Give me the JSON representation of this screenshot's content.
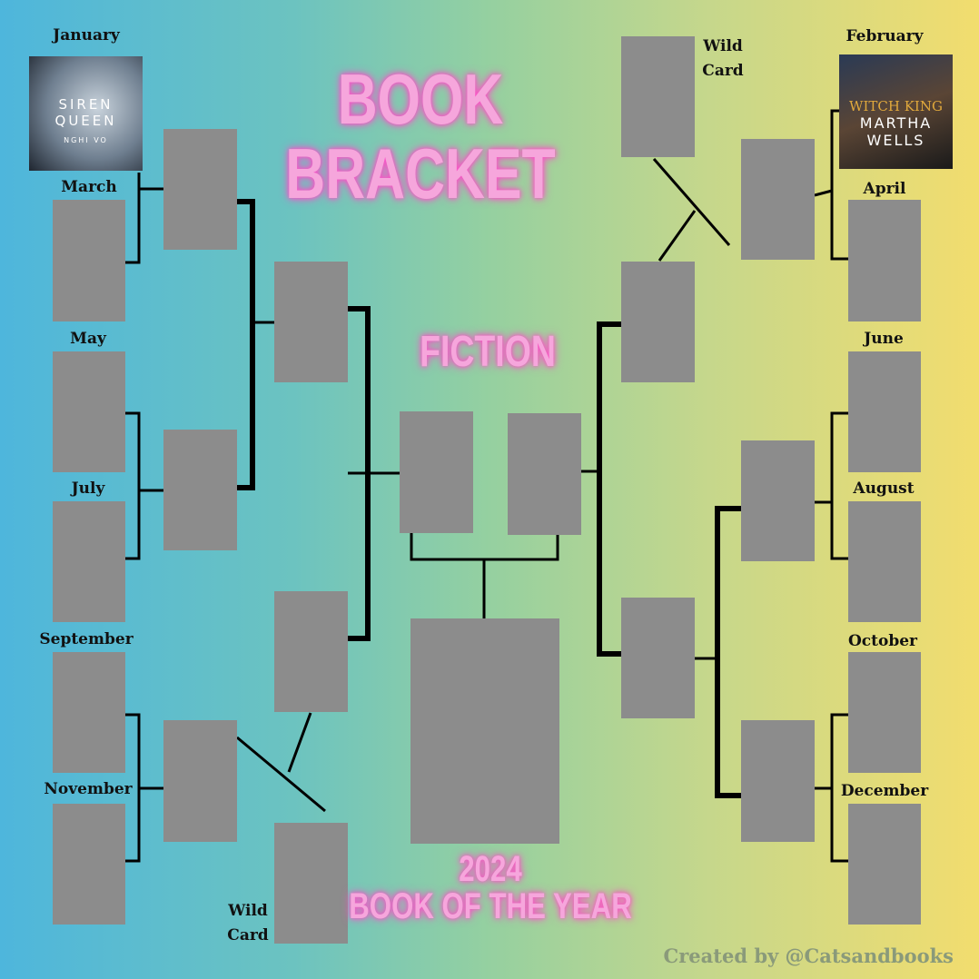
{
  "title": {
    "line1": "BOOK",
    "line2": "BRACKET"
  },
  "category": "FICTION",
  "final": {
    "year": "2024",
    "label": "BOOK OF THE YEAR"
  },
  "months": {
    "jan": "January",
    "feb": "February",
    "mar": "March",
    "apr": "April",
    "may": "May",
    "jun": "June",
    "jul": "July",
    "aug": "August",
    "sep": "September",
    "oct": "October",
    "nov": "November",
    "dec": "December"
  },
  "wildcard": {
    "line1": "Wild",
    "line2": "Card"
  },
  "books": {
    "jan": {
      "title1": "SIREN",
      "title2": "QUEEN",
      "author": "NGHI VO"
    },
    "feb": {
      "title": "WITCH KING",
      "author1": "MARTHA",
      "author2": "WELLS"
    }
  },
  "credit": "Created by @Catsandbooks"
}
